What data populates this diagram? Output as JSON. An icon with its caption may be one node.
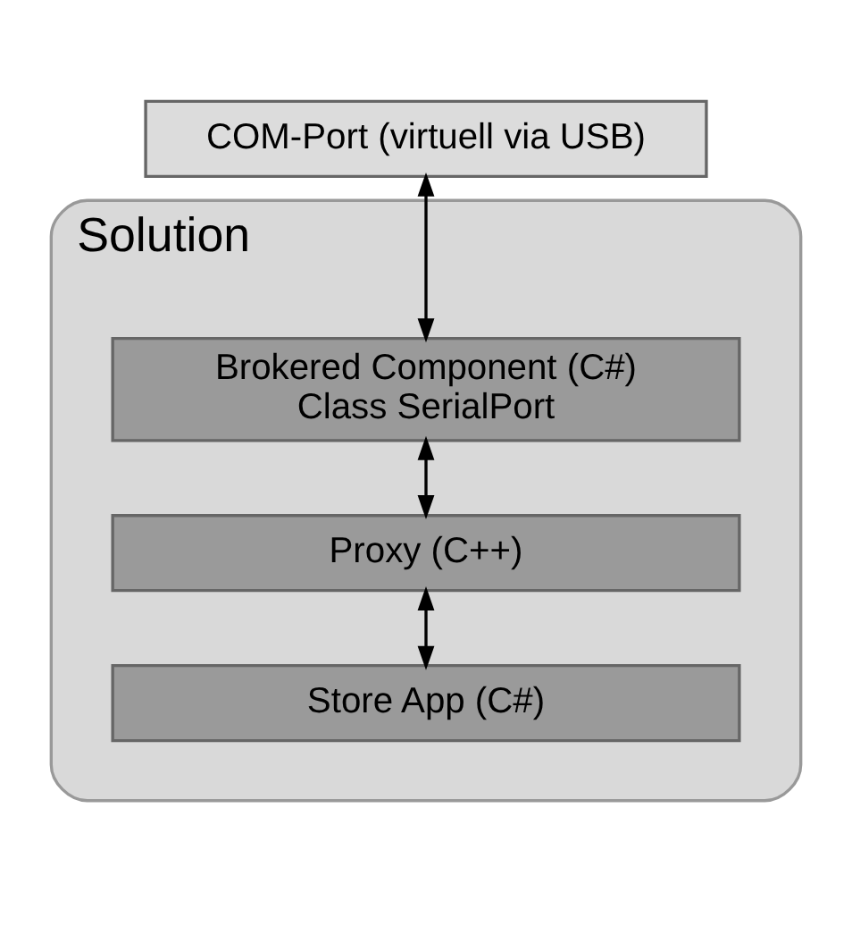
{
  "diagram": {
    "nodes": [
      {
        "text": [
          "COM-Port (virtuell via USB)"
        ]
      },
      {
        "text": [
          "Solution"
        ]
      },
      {
        "text": [
          "Brokered Component (C#)",
          "Class SerialPort"
        ],
        "in": 1
      },
      {
        "text": [
          "Proxy (C++)"
        ],
        "in": 1
      },
      {
        "text": [
          "Store App (C#)"
        ],
        "in": 1
      }
    ],
    "edges": [
      {
        "from": 0,
        "to": 2,
        "arrow": "both"
      },
      {
        "from": 2,
        "to": 3,
        "arrow": "both"
      },
      {
        "from": 3,
        "to": 4,
        "arrow": "both"
      }
    ]
  }
}
